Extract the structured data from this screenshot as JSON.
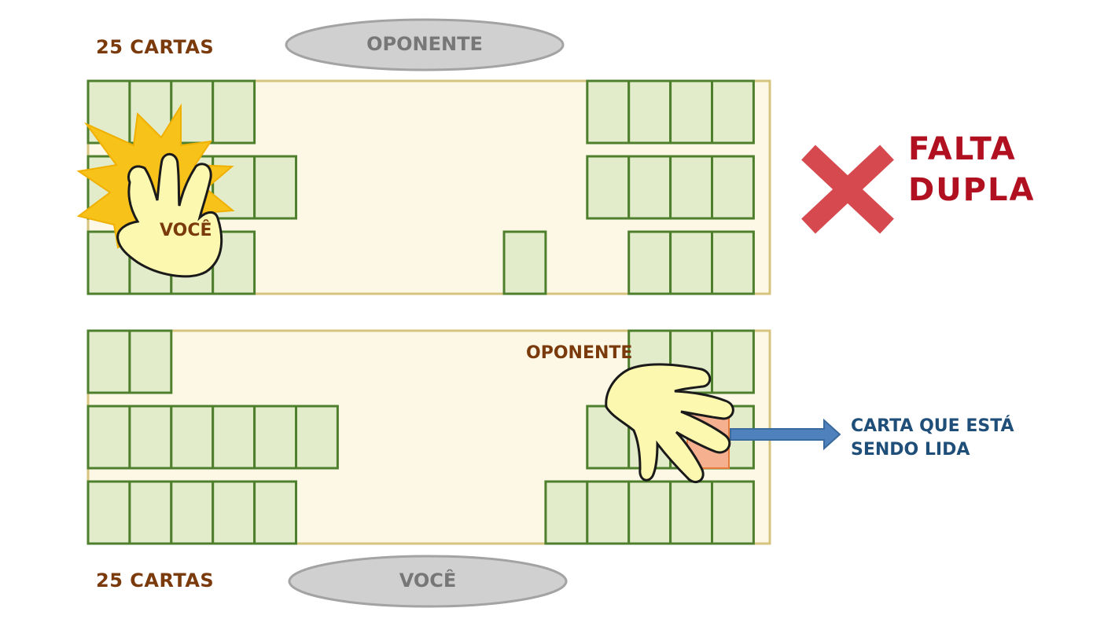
{
  "top_board": {
    "card_count": "25 CARTAS",
    "player_label": "OPONENTE",
    "hand_label": "VOCÊ"
  },
  "bottom_board": {
    "card_count": "25 CARTAS",
    "player_label": "VOCÊ",
    "hand_label": "OPONENTE",
    "callout": [
      "CARTA QUE ESTÁ",
      "SENDO LIDA"
    ]
  },
  "result": {
    "label": [
      "FALTA",
      "DUPLA"
    ],
    "icon": "x-mark-icon"
  },
  "colors": {
    "card_fill": "#e2ebca",
    "card_border": "#4e7f2d",
    "board_fill": "#fdf8e6",
    "board_border": "#d6c37e",
    "read_card": "#f5b090",
    "hand_fill": "#fdf8b0",
    "burst": "#f7c21a",
    "x_mark": "#d64a4f",
    "arrow": "#4f81bd"
  }
}
